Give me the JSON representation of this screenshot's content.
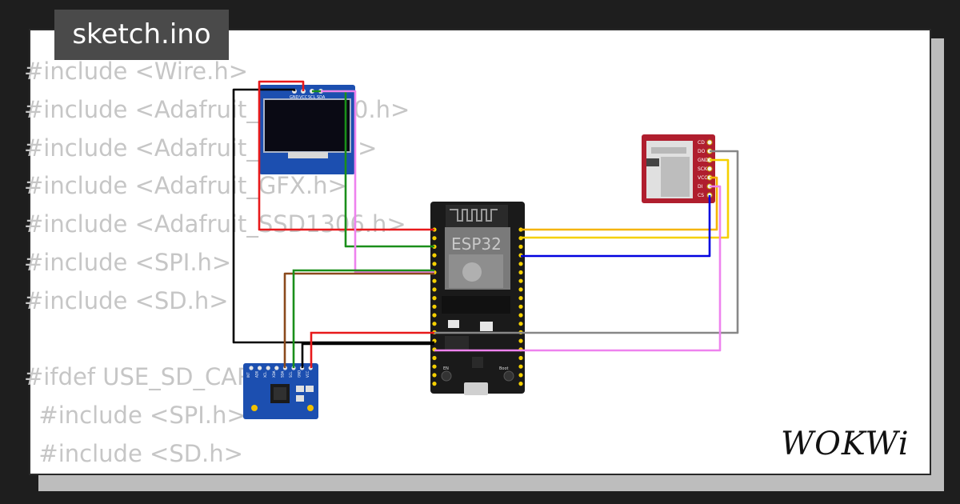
{
  "title": "sketch.ino",
  "code_lines": [
    "#include <Wire.h>",
    "#include <Adafruit_MPU6050.h>",
    "#include <Adafruit_Sensor.h>",
    "#include <Adafruit_GFX.h>",
    "#include <Adafruit_SSD1306.h>",
    "#include <SPI.h>",
    "#include <SD.h>",
    "",
    "#ifdef USE_SD_CARD",
    "  #include <SPI.h>",
    "  #include <SD.h>"
  ],
  "brand": "WOKWi",
  "colors": {
    "background": "#1e1e1e",
    "card": "#ffffff",
    "code_text": "#c6c6c6",
    "title_bg": "#4a4a4a",
    "board_pcb": "#1a1a1a",
    "oled_pcb": "#1c4fb0",
    "sd_pcb": "#b01e2e"
  },
  "components": {
    "oled": {
      "pins": [
        "GND",
        "VCC",
        "SCL",
        "SDA"
      ]
    },
    "esp32": {
      "label": "ESP32",
      "buttons": [
        "EN",
        "Boot"
      ]
    },
    "sd_card": {
      "pins": [
        "CD",
        "DO",
        "GND",
        "SCK",
        "VCC",
        "DI",
        "CS"
      ]
    },
    "mpu6050": {
      "pins": [
        "INT",
        "AD0",
        "XCL",
        "XDA",
        "SDA",
        "SCL",
        "GND",
        "VCC"
      ]
    }
  },
  "wires": [
    {
      "name": "oled-gnd-wire",
      "color": "#000000"
    },
    {
      "name": "oled-vcc-wire",
      "color": "#e8191b"
    },
    {
      "name": "oled-scl-wire",
      "color": "#1a8f1a"
    },
    {
      "name": "oled-sda-wire",
      "color": "#ee82ee"
    },
    {
      "name": "sd-vcc-wire",
      "color": "#f5b400"
    },
    {
      "name": "sd-gnd-wire",
      "color": "#f5d000"
    },
    {
      "name": "sd-sck-wire",
      "color": "#0000e0"
    },
    {
      "name": "sd-do-wire",
      "color": "#888888"
    },
    {
      "name": "sd-di-wire",
      "color": "#ee82ee"
    },
    {
      "name": "mpu-wire",
      "color": "#8b4a1c"
    }
  ]
}
